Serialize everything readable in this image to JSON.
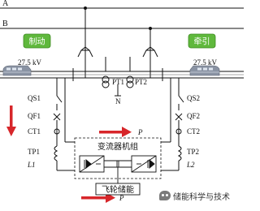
{
  "bus_labels": {
    "a": "A",
    "b": "B"
  },
  "modes": {
    "braking": "制动",
    "traction": "牵引"
  },
  "voltage_left": "27.5 kV",
  "voltage_right": "27.5 kV",
  "left_chain": {
    "qs": "QS1",
    "qf": "QF1",
    "ct": "CT1",
    "tp": "TP1",
    "l": "L1"
  },
  "right_chain": {
    "qs": "QS2",
    "qf": "QF2",
    "ct": "CT2",
    "tp": "TP2",
    "l": "L2"
  },
  "pt_left": "PT1",
  "pt_right": "PT2",
  "neutral": "N",
  "converter": "变流器机组",
  "flywheel": "飞轮储能",
  "power_upper": "P",
  "power_lower": "P",
  "watermark": "储能科学与技术",
  "colors": {
    "mode_box": "#5fb83c",
    "arrow": "#d7262a",
    "line": "#111111",
    "train": "#7f8a9a"
  },
  "icons": {
    "watermark": "wechat-icon"
  }
}
